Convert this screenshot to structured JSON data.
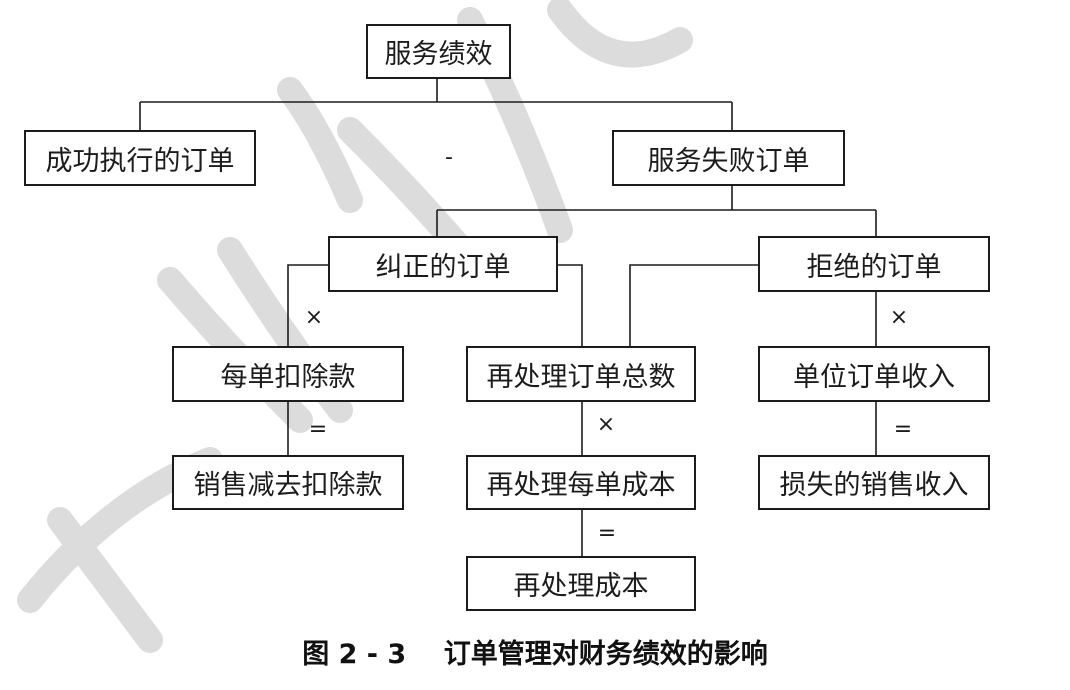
{
  "colors": {
    "line": "#1c1c1c",
    "watermark": "#d9d9d9"
  },
  "nodes": {
    "service_performance": "服务绩效",
    "successful_orders": "成功执行的订单",
    "failed_orders": "服务失败订单",
    "corrected_orders": "纠正的订单",
    "rejected_orders": "拒绝的订单",
    "deduction_per_order": "每单扣除款",
    "reprocess_total_orders": "再处理订单总数",
    "unit_order_revenue": "单位订单收入",
    "sales_minus_deduction": "销售减去扣除款",
    "reprocess_cost_per_order": "再处理每单成本",
    "lost_sales_revenue": "损失的销售收入",
    "reprocess_cost": "再处理成本"
  },
  "operators": {
    "minus": "-",
    "times_corrected": "×",
    "equals_corrected": "=",
    "times_reprocess": "×",
    "equals_reprocess": "=",
    "times_rejected": "×",
    "equals_rejected": "="
  },
  "caption": "图 2 - 3    订单管理对财务绩效的影响"
}
